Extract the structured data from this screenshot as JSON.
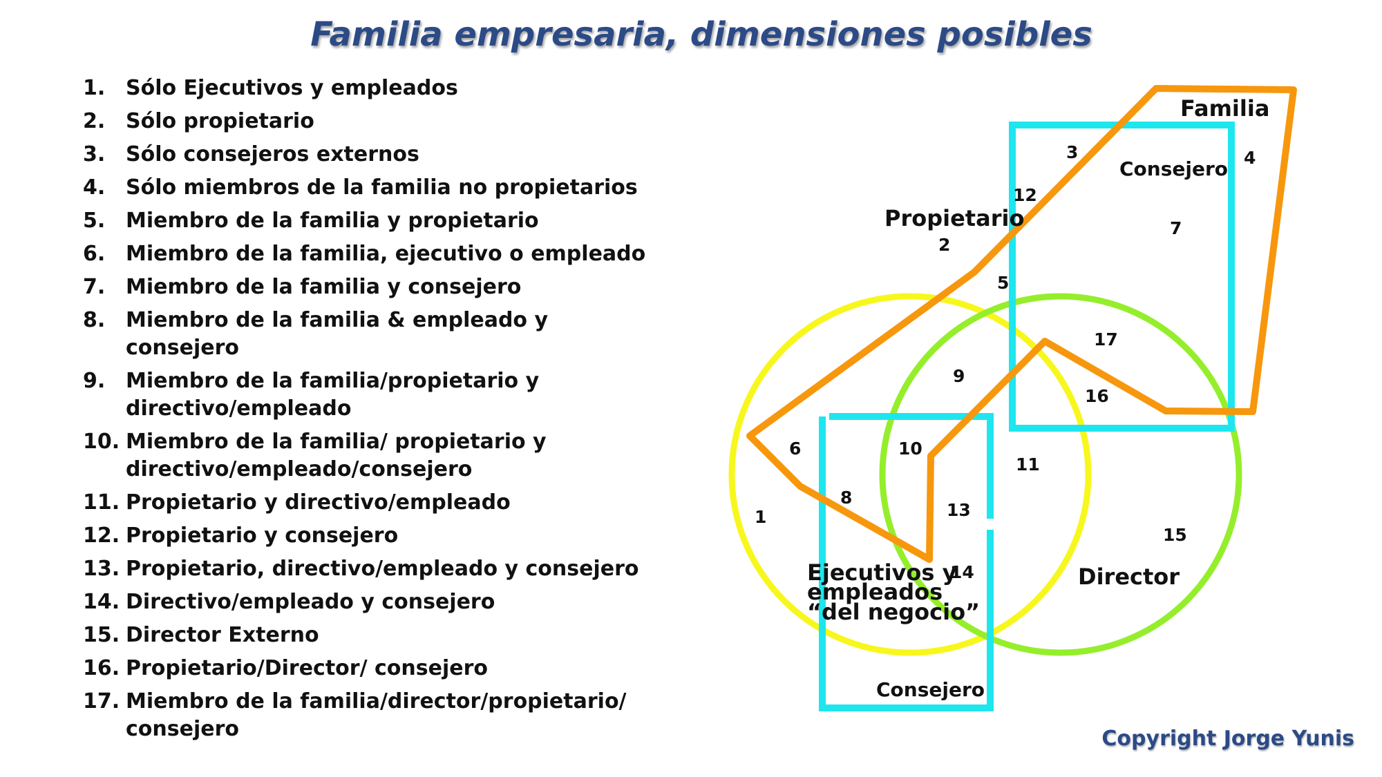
{
  "title": "Familia empresaria, dimensiones posibles",
  "list": [
    {
      "num": "1.",
      "text": "Sólo Ejecutivos y empleados"
    },
    {
      "num": "2.",
      "text": "Sólo propietario"
    },
    {
      "num": "3.",
      "text": "Sólo consejeros externos"
    },
    {
      "num": "4.",
      "text": "Sólo miembros de la familia no propietarios"
    },
    {
      "num": "5.",
      "text": "Miembro de la familia y propietario"
    },
    {
      "num": "6.",
      "text": "Miembro de la familia, ejecutivo o empleado"
    },
    {
      "num": "7.",
      "text": "Miembro de la familia y consejero"
    },
    {
      "num": "8.",
      "text": "Miembro de la familia & empleado y consejero"
    },
    {
      "num": "9.",
      "text": "Miembro de la familia/propietario y directivo/empleado"
    },
    {
      "num": "10.",
      "text": "Miembro de la familia/ propietario y directivo/empleado/consejero"
    },
    {
      "num": "11.",
      "text": "Propietario y directivo/empleado"
    },
    {
      "num": "12.",
      "text": "Propietario y consejero"
    },
    {
      "num": "13.",
      "text": "Propietario, directivo/empleado y consejero"
    },
    {
      "num": "14.",
      "text": "Directivo/empleado y consejero"
    },
    {
      "num": "15.",
      "text": "Director  Externo"
    },
    {
      "num": "16.",
      "text": "Propietario/Director/ consejero"
    },
    {
      "num": "17.",
      "text": "Miembro de la familia/director/propietario/ consejero"
    }
  ],
  "diagram": {
    "labels": {
      "familia": "Familia",
      "propietario": "Propietario",
      "consejero_top": "Consejero",
      "consejero_bottom": "Consejero",
      "director": "Director",
      "ejecutivos_1": "Ejecutivos y",
      "ejecutivos_2": "empleados",
      "ejecutivos_3": "“del negocio”"
    },
    "regions": [
      "1",
      "2",
      "3",
      "4",
      "5",
      "6",
      "7",
      "8",
      "9",
      "10",
      "11",
      "12",
      "13",
      "14",
      "15",
      "16",
      "17"
    ],
    "colors": {
      "propietario_circle": "#f7f71e",
      "director_circle": "#95ee2c",
      "consejero_boxes": "#1ee6ee",
      "familia_shape": "#f7970d"
    }
  },
  "copyright": "Copyright Jorge Yunis"
}
